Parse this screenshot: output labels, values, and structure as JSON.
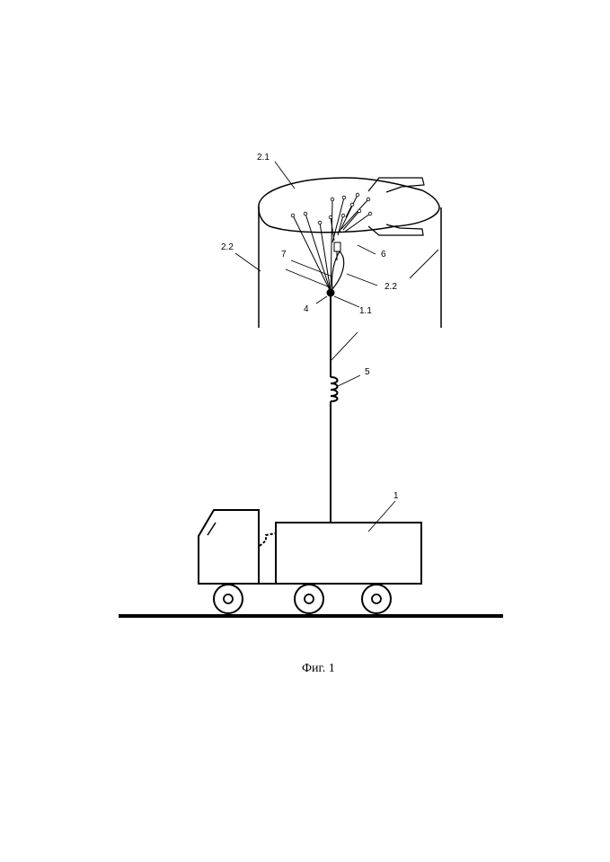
{
  "labels": {
    "balloon": "2.1",
    "curtain_left": "2.2",
    "curtain_right": "2.2",
    "truck": "1",
    "cable": "1.1",
    "node": "4",
    "spring": "5",
    "device": "6",
    "line7": "7"
  },
  "caption": "Фиг. 1"
}
